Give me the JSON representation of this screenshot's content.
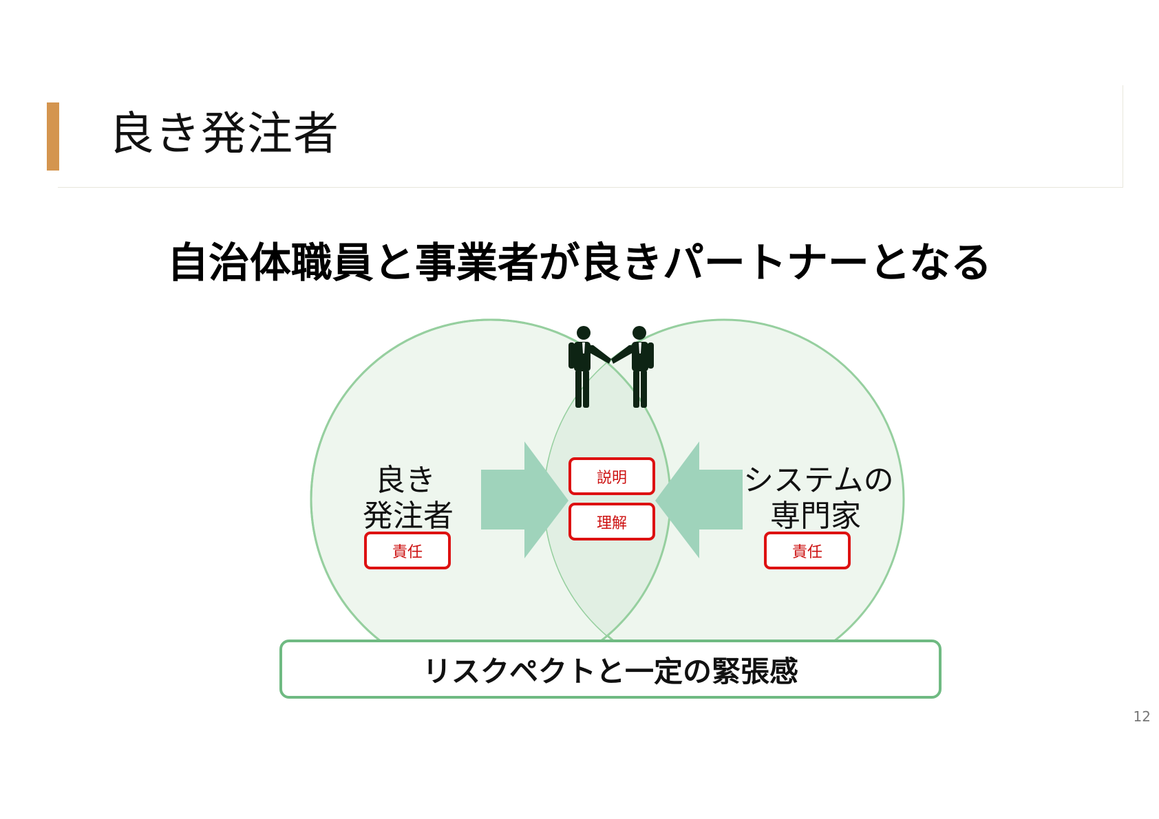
{
  "slide": {
    "title": "良き発注者",
    "headline": "自治体職員と事業者が良きパートナーとなる",
    "page_number": "12"
  },
  "diagram": {
    "left_party": {
      "line1": "良き",
      "line2": "発注者",
      "badge": "責任"
    },
    "right_party": {
      "line1": "システムの",
      "line2": "専門家",
      "badge": "責任"
    },
    "center_badges": [
      "説明",
      "理解"
    ],
    "foundation": "リスクペクトと一定の緊張感",
    "handshake_icon": "handshake-icon",
    "arrow_icons": [
      "arrow-right-icon",
      "arrow-left-icon"
    ]
  },
  "colors": {
    "accent": "#d4954f",
    "circle_fill": "#eef6ee",
    "circle_stroke": "#96cf9f",
    "arrow": "#9fd3bb",
    "badge_red": "#dd1111",
    "foundation_border": "#6fba82",
    "person": "#0e2414"
  }
}
